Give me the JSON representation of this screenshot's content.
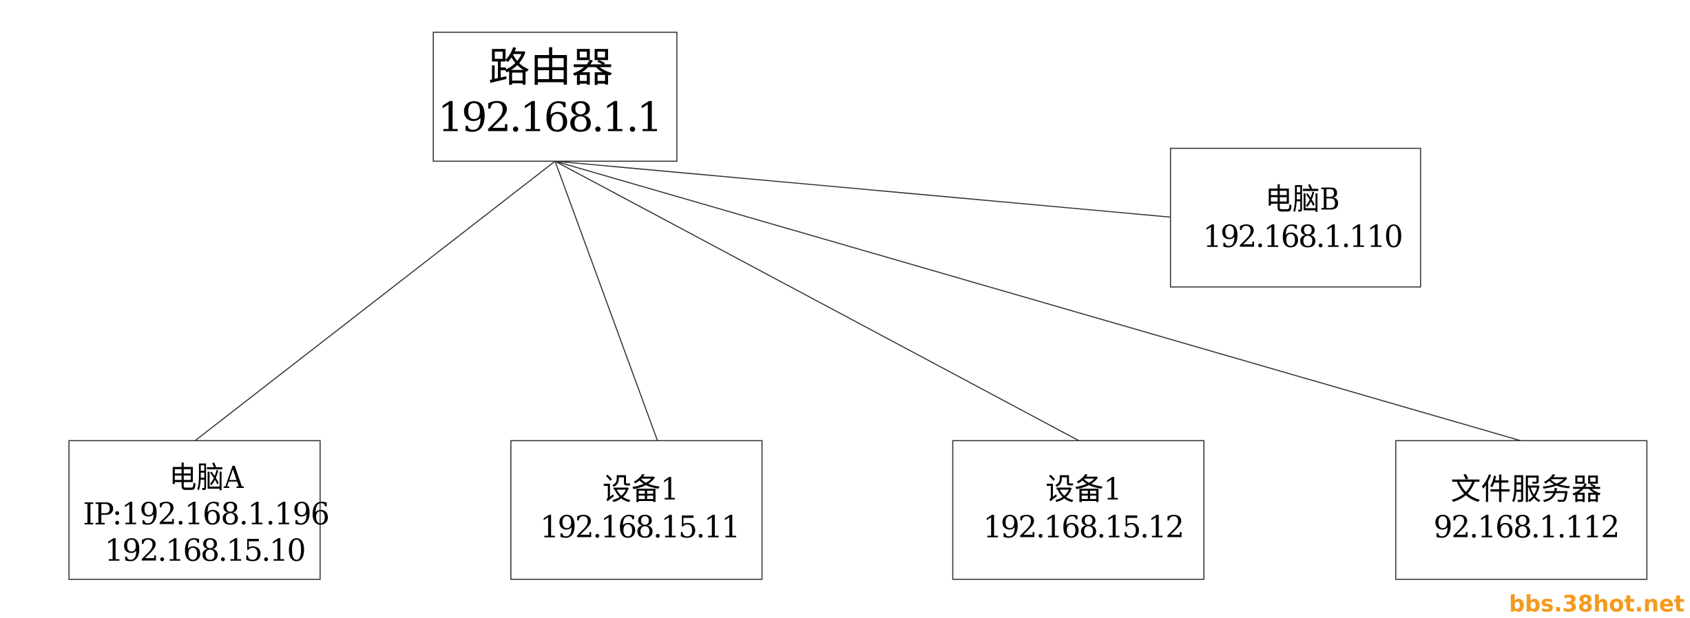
{
  "colors": {
    "background": "#ffffff",
    "text": "#000000",
    "box_border": "#333333",
    "line": "#333333"
  },
  "nodes": {
    "router": {
      "name": "路由器",
      "ip": "192.168.1.1"
    },
    "computer_b": {
      "name": "电脑B",
      "ip": "192.168.1.110"
    },
    "computer_a": {
      "name": "电脑A",
      "ip_1": "IP:192.168.1.196",
      "ip_2": "192.168.15.10"
    },
    "device_1": {
      "name": "设备1",
      "ip": "192.168.15.11"
    },
    "device_2": {
      "name": "设备1",
      "ip": "192.168.15.12"
    },
    "file_server": {
      "name": "文件服务器",
      "ip": "92.168.1.112"
    }
  },
  "watermark": {
    "text": "bbs.38hot.net",
    "color": "#f49a1e"
  }
}
